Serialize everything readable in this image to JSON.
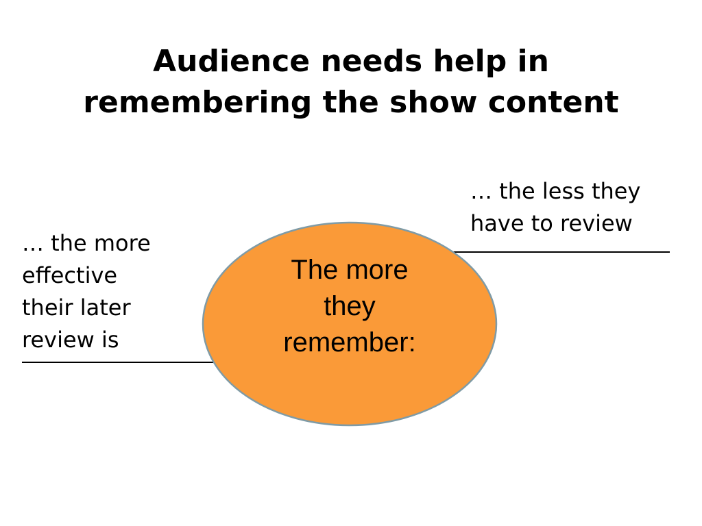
{
  "slide": {
    "title_line1": "Audience needs help in",
    "title_line2": "remembering the show content",
    "center": {
      "line1": "The more",
      "line2": "they",
      "line3": "remember:"
    },
    "left": {
      "line1": "… the more",
      "line2": "effective",
      "line3": "their later",
      "line4": "review is"
    },
    "right": {
      "line1": "… the less they",
      "line2": "have to review"
    }
  },
  "colors": {
    "ellipse_fill": "#FA9A38",
    "ellipse_stroke": "#7F9BA6"
  }
}
